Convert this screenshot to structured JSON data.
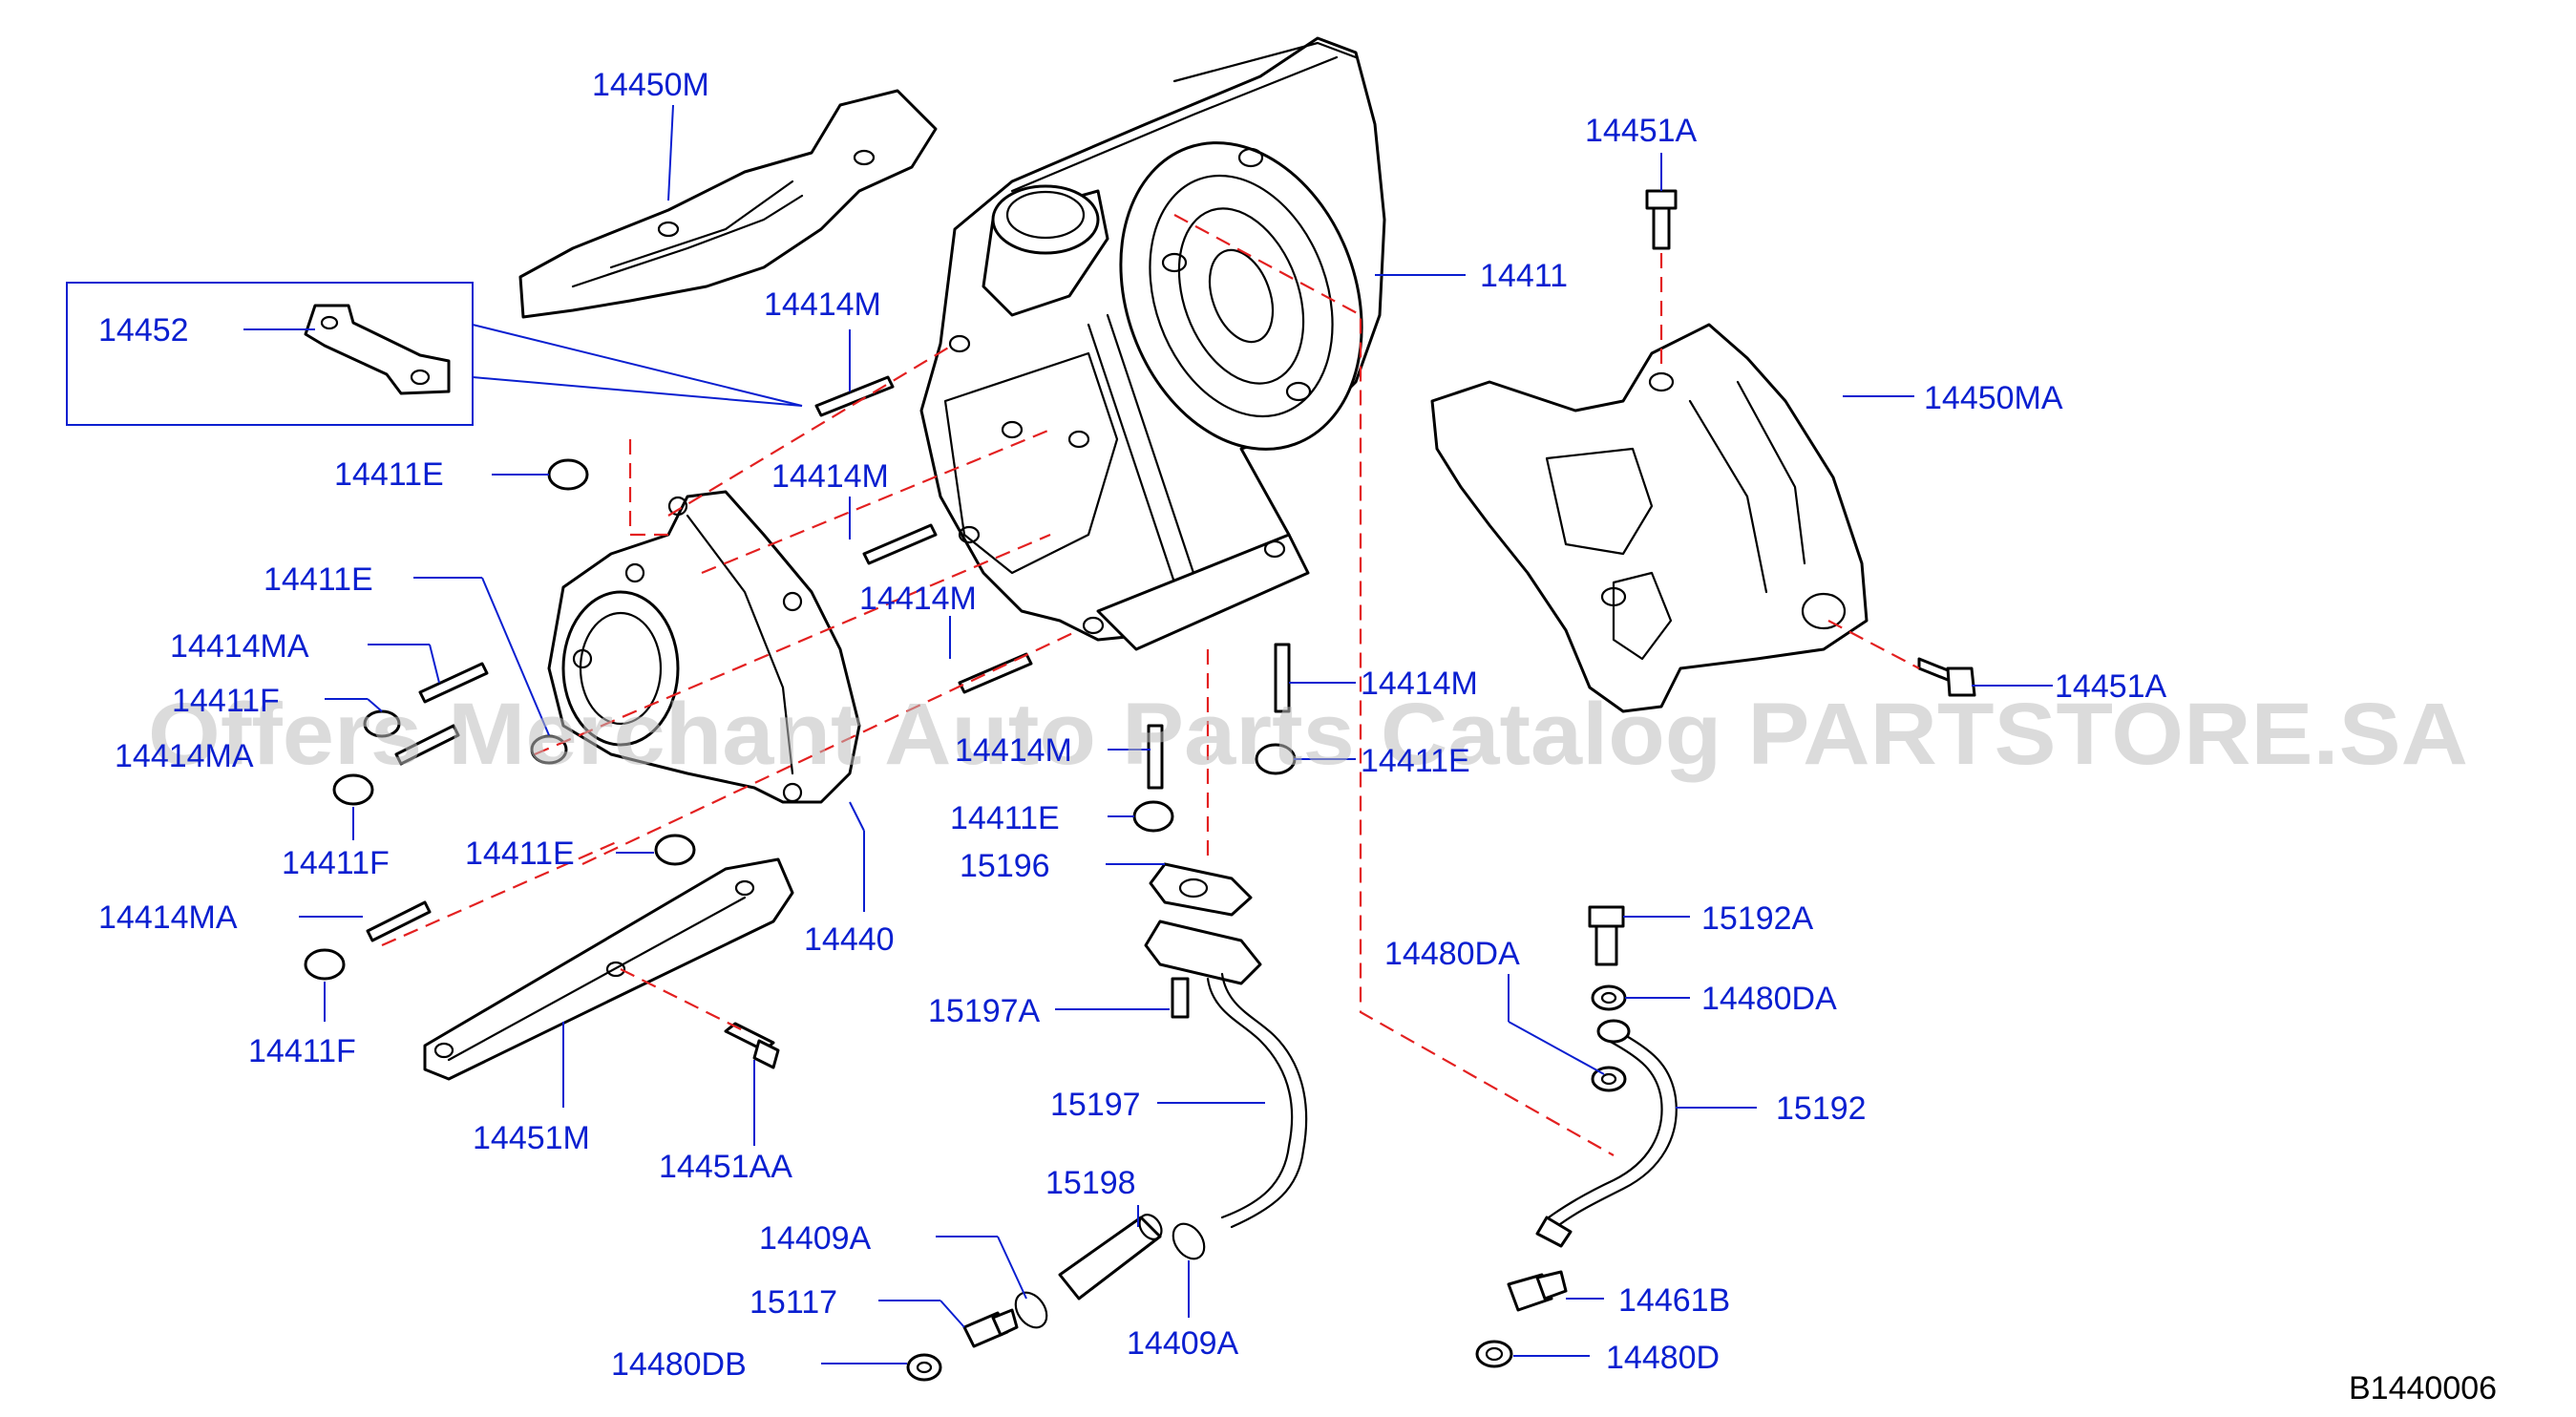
{
  "diagram": {
    "reference_code": "B1440006",
    "watermark": "Offers Merchant Auto Parts Catalog PARTSTORE.SA",
    "labels": {
      "l_14450M": "14450M",
      "l_14452": "14452",
      "l_14414M_a": "14414M",
      "l_14411E_a": "14411E",
      "l_14414M_b": "14414M",
      "l_14411E_b": "14411E",
      "l_14414M_c": "14414M",
      "l_14414MA_a": "14414MA",
      "l_14411F_top": "14411F",
      "l_14414MA_b": "14414MA",
      "l_14411F_a": "14411F",
      "l_14411E_c": "14411E",
      "l_14414MA_c": "14414MA",
      "l_14440": "14440",
      "l_14411F_b": "14411F",
      "l_14451M": "14451M",
      "l_14451AA": "14451AA",
      "l_14411": "14411",
      "l_14451A_top": "14451A",
      "l_14450MA": "14450MA",
      "l_14451A_right": "14451A",
      "l_14414M_d": "14414M",
      "l_14414M_e": "14414M",
      "l_14411E_d": "14411E",
      "l_14411E_e": "14411E",
      "l_15196": "15196",
      "l_15197A": "15197A",
      "l_15197": "15197",
      "l_15198": "15198",
      "l_14409A_a": "14409A",
      "l_15117": "15117",
      "l_14480DB": "14480DB",
      "l_14409A_b": "14409A",
      "l_15192A": "15192A",
      "l_14480DA_a": "14480DA",
      "l_14480DA_b": "14480DA",
      "l_15192": "15192",
      "l_14461B": "14461B",
      "l_14480D": "14480D"
    }
  }
}
